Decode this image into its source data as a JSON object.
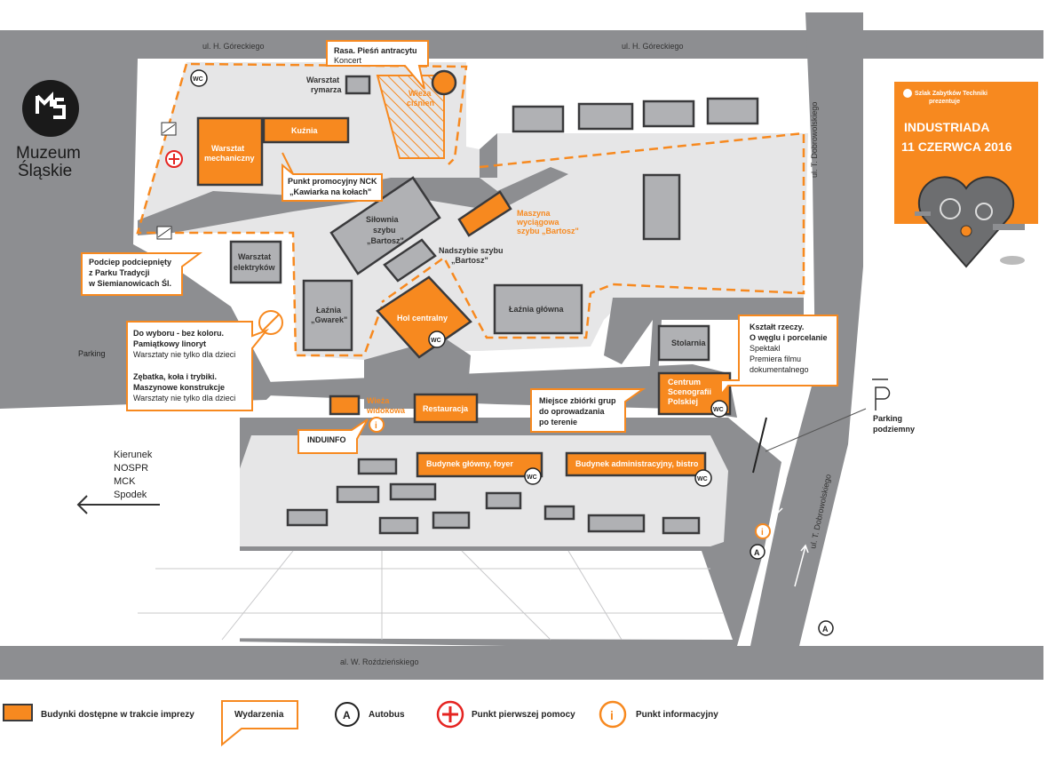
{
  "colors": {
    "road": "#8d8e91",
    "ground": "#e6e6e7",
    "building_gray": "#b0b1b4",
    "building_orange": "#f7891f",
    "outline": "#3a3a3c",
    "event_red": "#e52421"
  },
  "museum": {
    "name_line1": "Muzeum",
    "name_line2": "Śląskie",
    "logo_icon": "ms-logo-icon"
  },
  "streets": {
    "goreckiego_left": "ul. H. Góreckiego",
    "goreckiego_right": "ul. H. Góreckiego",
    "dobrowolskiego_top": "ul. T. Dobrowolskiego",
    "dobrowolskiego_bottom": "ul. T. Dobrowolskiego",
    "rozdzienskiego": "al. W. Roździeńskiego"
  },
  "buildings": {
    "warsztat_rymarza_1": "Warsztat",
    "warsztat_rymarza_2": "rymarza",
    "wieza_cisnien_1": "Wieża",
    "wieza_cisnien_2": "ciśnień",
    "kuznia": "Kuźnia",
    "warsztat_mech_1": "Warsztat",
    "warsztat_mech_2": "mechaniczny",
    "silownia_1": "Siłownia",
    "silownia_2": "szybu",
    "silownia_3": "„Bartosz\"",
    "maszyna_1": "Maszyna",
    "maszyna_2": "wyciągowa",
    "maszyna_3": "szybu „Bartosz\"",
    "nadszybie_1": "Nadszybie szybu",
    "nadszybie_2": "„Bartosz\"",
    "warsztat_elek_1": "Warsztat",
    "warsztat_elek_2": "elektryków",
    "laznia_gwarek_1": "Łaźnia",
    "laznia_gwarek_2": "„Gwarek\"",
    "hol_centralny": "Hol centralny",
    "laznia_glowna": "Łaźnia główna",
    "stolarnia": "Stolarnia",
    "centrum_1": "Centrum",
    "centrum_2": "Scenografii",
    "centrum_3": "Polskiej",
    "wieza_widokowa_1": "Wieża",
    "wieza_widokowa_2": "widokowa",
    "restauracja": "Restauracja",
    "budynek_glowny": "Budynek główny, foyer",
    "budynek_admin": "Budynek administracyjny, bistro",
    "wc": "WC"
  },
  "events": {
    "rasa_1": "Rasa. Pieśń antracytu",
    "rasa_2": "Koncert",
    "nck_1": "Punkt promocyjny NCK",
    "nck_2": "„Kawiarka na kołach\"",
    "podciep_1": "Podciep podciepnięty",
    "podciep_2": "z Parku Tradycji",
    "podciep_3": "w Siemianowicach Śl.",
    "dowyboru_1": "Do wyboru - bez koloru.",
    "dowyboru_2": "Pamiątkowy linoryt",
    "dowyboru_3": "Warsztaty nie tylko dla dzieci",
    "zebatka_1": "Zębatka, koła i trybiki.",
    "zebatka_2": "Maszynowe konstrukcje",
    "zebatka_3": "Warsztaty nie tylko dla dzieci",
    "ksztalt_1": "Kształt rzeczy.",
    "ksztalt_2": "O węglu i porcelanie",
    "ksztalt_3": "Spektakl",
    "ksztalt_4": "Premiera filmu",
    "ksztalt_5": "dokumentalnego",
    "zbiorka_1": "Miejsce zbiórki grup",
    "zbiorka_2": "do oprowadzania",
    "zbiorka_3": "po terenie",
    "induinfo": "INDUINFO"
  },
  "places": {
    "parking": "Parking",
    "parking_podziemny_1": "Parking",
    "parking_podziemny_2": "podziemny",
    "kierunek_1": "Kierunek",
    "kierunek_2": "NOSPR",
    "kierunek_3": "MCK",
    "kierunek_4": "Spodek",
    "bus_letter": "A",
    "info_letter": "i"
  },
  "poster": {
    "small_1": "Szlak Zabytków Techniki",
    "small_2": "prezentuje",
    "title": "INDUSTRIADA",
    "date": "11 CZERWCA 2016",
    "icon": "mechanical-heart-icon"
  },
  "legend": {
    "buildings": "Budynki dostępne w trakcie imprezy",
    "events": "Wydarzenia",
    "bus": "Autobus",
    "first_aid": "Punkt pierwszej pomocy",
    "info": "Punkt informacyjny"
  }
}
